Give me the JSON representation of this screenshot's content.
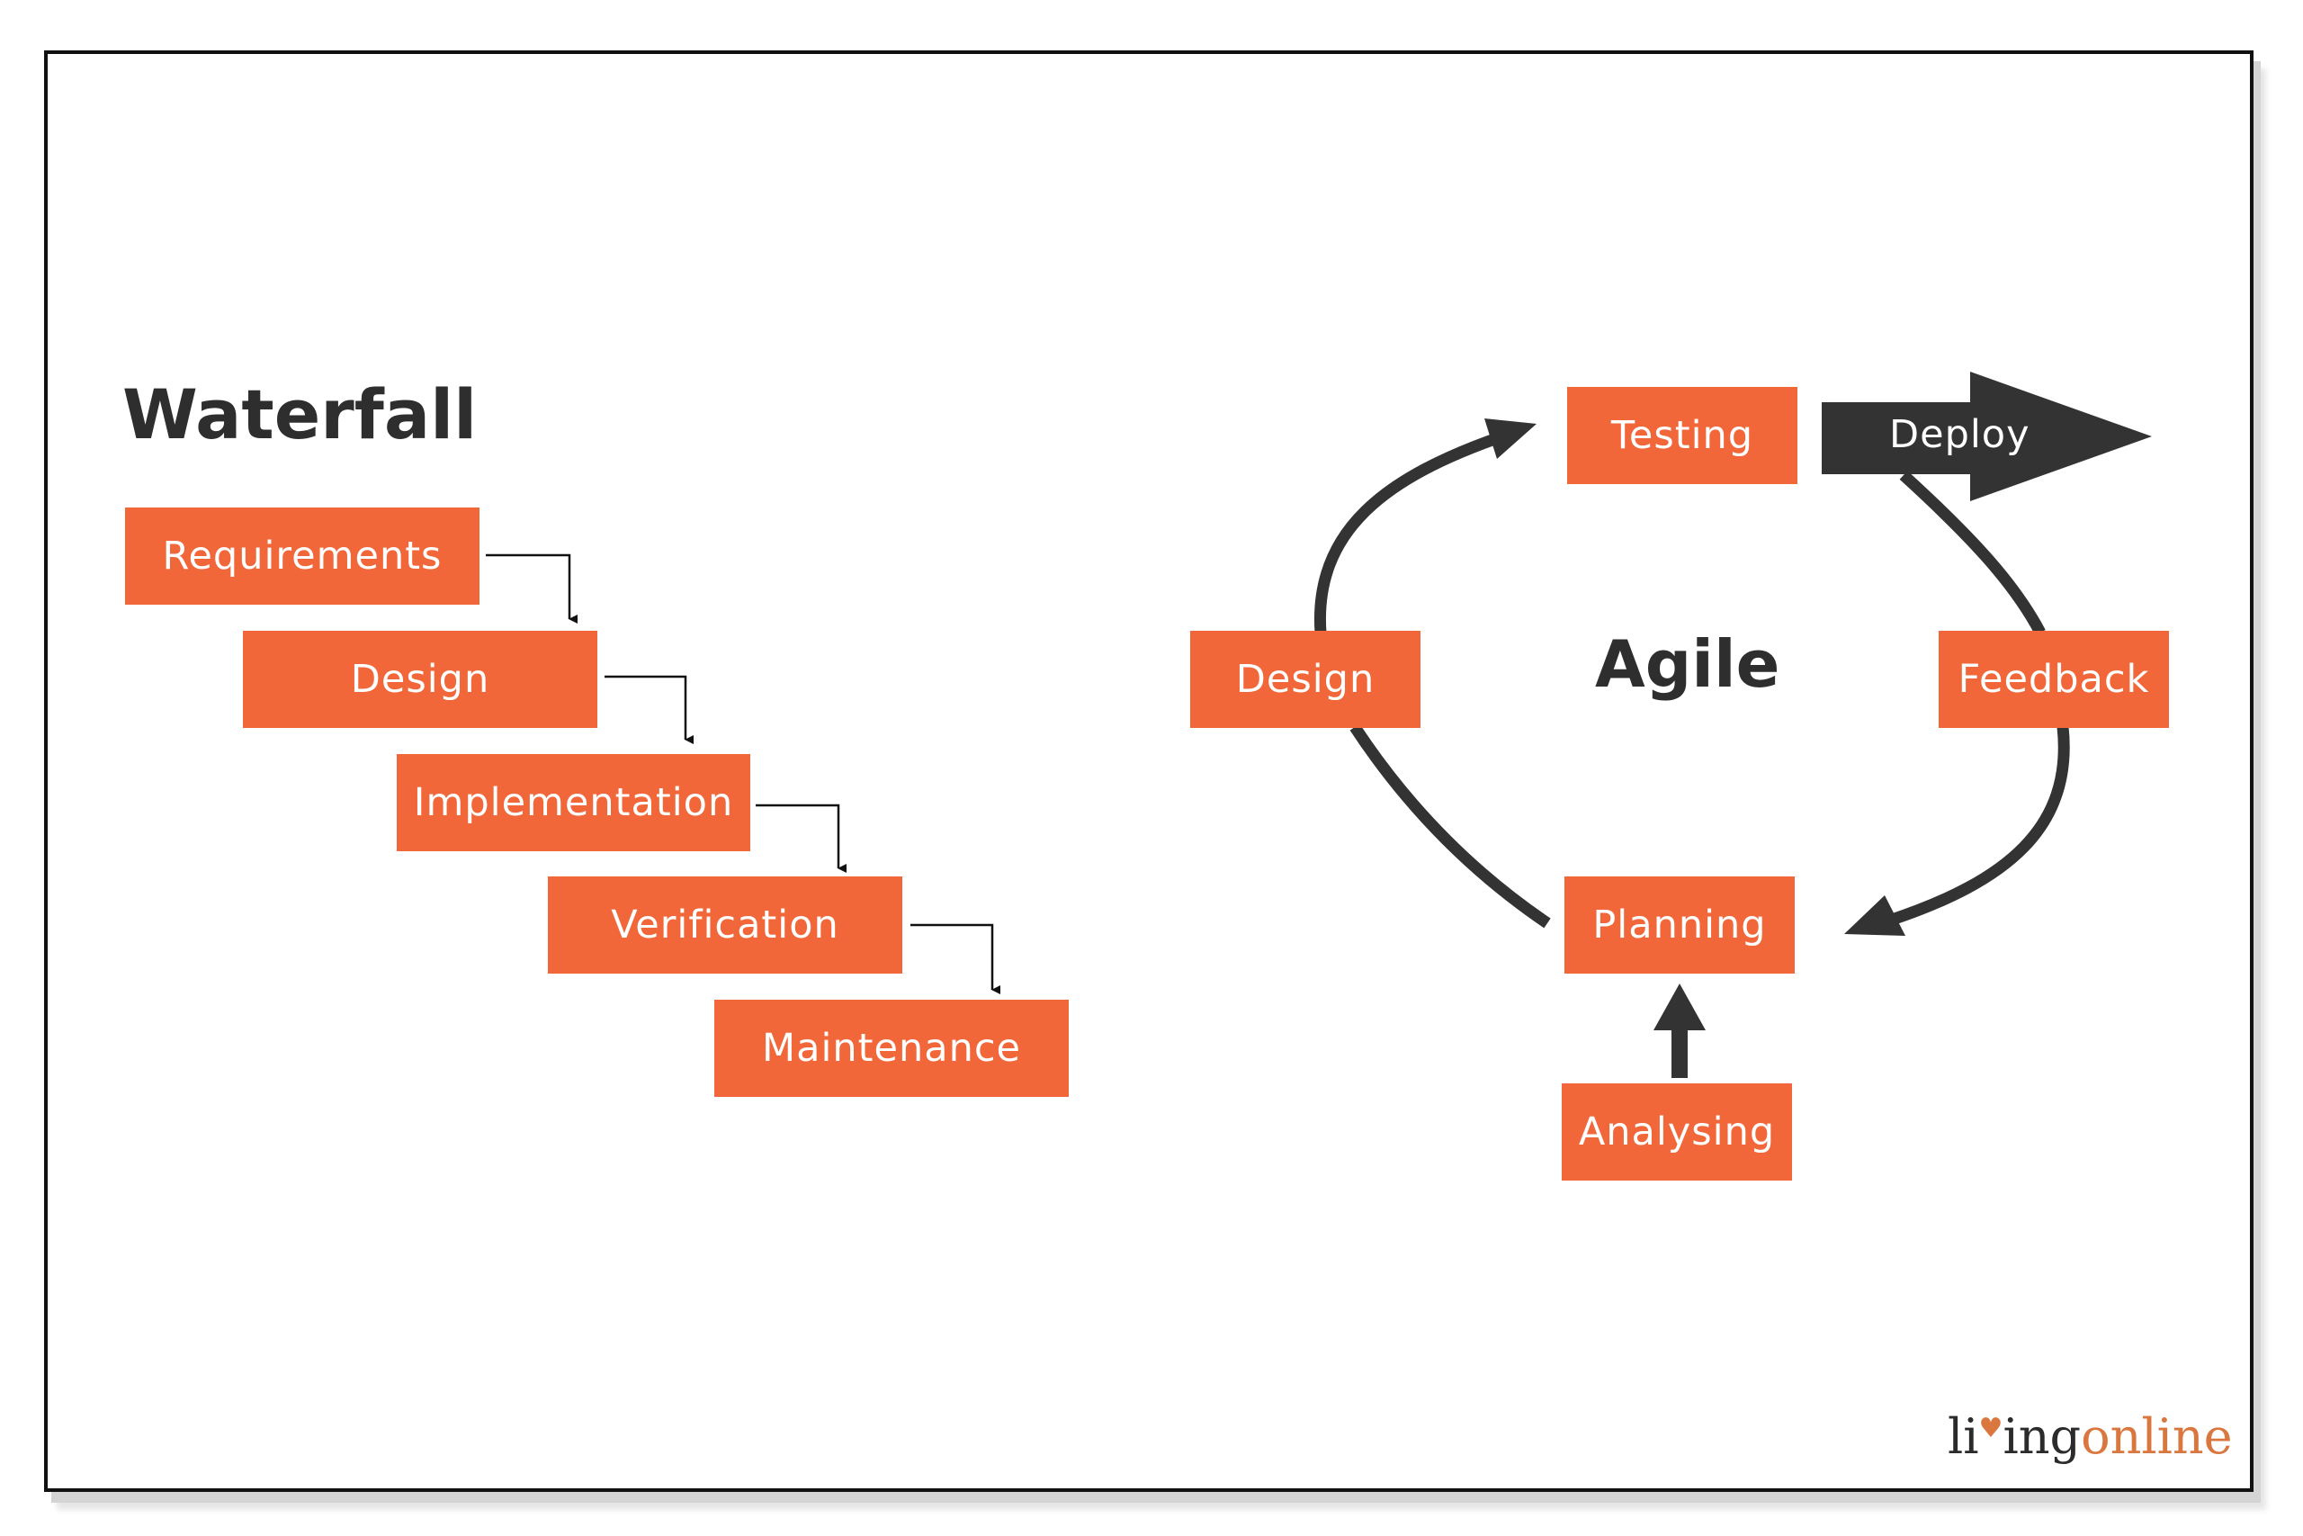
{
  "colors": {
    "box": "#f1673a",
    "box_text": "#ffffff",
    "heading": "#2e2e2e",
    "arrow": "#333333",
    "logo_dark": "#2b2b2b",
    "logo_accent": "#d9773f"
  },
  "waterfall": {
    "title": "Waterfall",
    "steps": [
      "Requirements",
      "Design",
      "Implementation",
      "Verification",
      "Maintenance"
    ]
  },
  "agile": {
    "title": "Agile",
    "testing": "Testing",
    "deploy": "Deploy",
    "feedback": "Feedback",
    "planning": "Planning",
    "design": "Design",
    "analysing": "Analysing"
  },
  "logo": {
    "part1": "li",
    "heart_icon": "heart-icon",
    "part2": "ing",
    "part3": "online"
  }
}
